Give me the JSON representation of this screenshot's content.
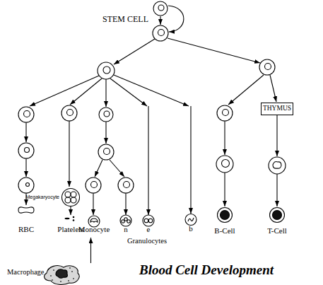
{
  "diagram": {
    "title": "Blood Cell Development",
    "nodes": [
      {
        "text": [
          "STEM CELL"
        ]
      },
      {
        "text": [
          "THYMUS"
        ]
      },
      {
        "text": [
          "Megakaryocyte"
        ]
      },
      {
        "text": [
          "RBC"
        ]
      },
      {
        "text": [
          "Platelets"
        ]
      },
      {
        "text": [
          "Monocyte"
        ]
      },
      {
        "text": [
          "n"
        ]
      },
      {
        "text": [
          "e"
        ]
      },
      {
        "text": [
          "b"
        ]
      },
      {
        "text": [
          "B-Cell"
        ]
      },
      {
        "text": [
          "T-Cell"
        ]
      },
      {
        "text": [
          "Macrophage"
        ]
      }
    ],
    "edges": [
      {
        "from": 2,
        "to": 4,
        "arrow": "to"
      },
      {
        "from": 11,
        "to": 5,
        "arrow": "to"
      }
    ],
    "labels": [
      "Granulocytes"
    ]
  }
}
